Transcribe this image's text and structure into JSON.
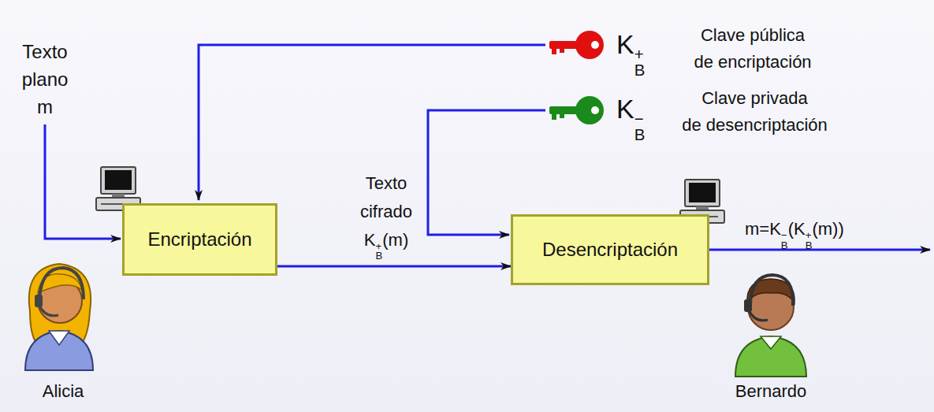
{
  "diagram": {
    "nodes": [
      {
        "text": [
          "Encriptación"
        ]
      },
      {
        "text": [
          "Desencriptación"
        ]
      }
    ],
    "edges": [
      {
        "from": 0,
        "to": 1,
        "arrow": "to",
        "label": "Texto cifrado KB+(m)"
      }
    ],
    "labels": [
      "Texto plano m",
      "KB+",
      "Clave pública de encriptación",
      "KB−",
      "Clave privada de desencriptación",
      "m=KB−(KB+(m))",
      "Alicia",
      "Bernardo"
    ]
  }
}
